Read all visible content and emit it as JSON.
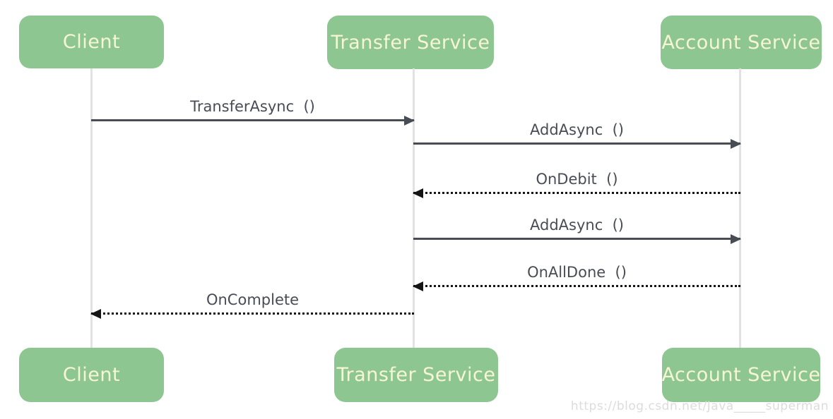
{
  "diagram": {
    "type": "sequence",
    "actors": [
      {
        "id": "client",
        "label": "Client"
      },
      {
        "id": "transfer-service",
        "label": "Transfer Service"
      },
      {
        "id": "account-service",
        "label": "Account Service"
      }
    ],
    "messages": [
      {
        "from": "client",
        "to": "transfer-service",
        "label": "TransferAsync  ()",
        "line": "solid",
        "direction": "right"
      },
      {
        "from": "transfer-service",
        "to": "account-service",
        "label": "AddAsync  ()",
        "line": "solid",
        "direction": "right"
      },
      {
        "from": "account-service",
        "to": "transfer-service",
        "label": "OnDebit  ()",
        "line": "dotted",
        "direction": "left"
      },
      {
        "from": "transfer-service",
        "to": "account-service",
        "label": "AddAsync  ()",
        "line": "solid",
        "direction": "right"
      },
      {
        "from": "account-service",
        "to": "transfer-service",
        "label": "OnAllDone  ()",
        "line": "dotted",
        "direction": "left"
      },
      {
        "from": "transfer-service",
        "to": "client",
        "label": "OnComplete",
        "line": "dotted",
        "direction": "left"
      }
    ]
  },
  "watermark": "https://blog.csdn.net/Java_____superman",
  "colors": {
    "actor-fill": "#8dc690",
    "actor-text": "#f7f6d3",
    "solid-arrow": "#474c55",
    "dotted-arrow": "#141414",
    "label-text": "#474c55",
    "lifeline": "#e2e2e2",
    "background": "#ffffff",
    "watermark-text": "#dcdcdc"
  }
}
